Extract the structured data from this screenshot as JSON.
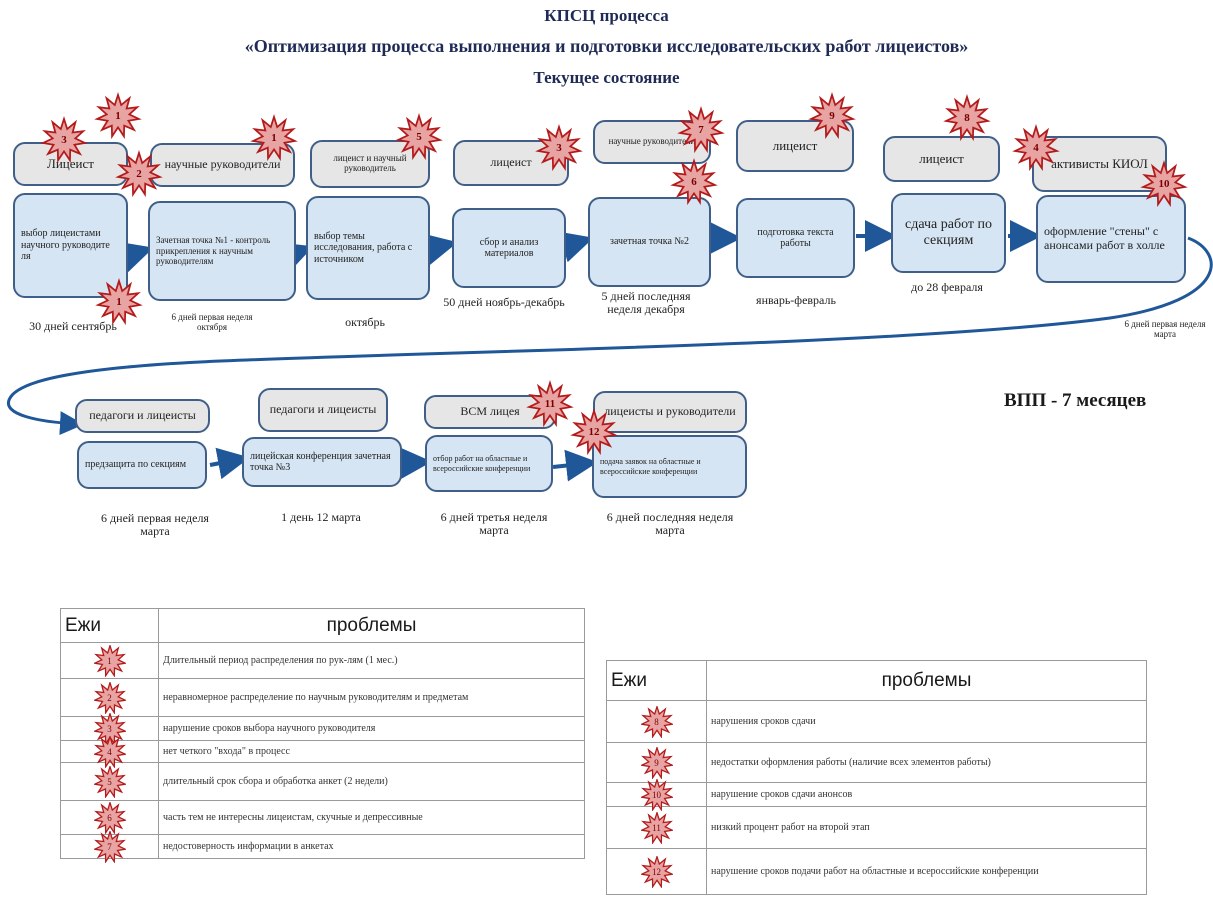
{
  "title": {
    "line1": "КПСЦ процесса",
    "line2": "«Оптимизация процесса выполнения и подготовки исследовательских работ лицеистов»",
    "line3": "Текущее состояние"
  },
  "roles": [
    "Лицеист",
    "научные руководители",
    "лицеист и научный руководитель",
    "лицеист",
    "научные руководители",
    "лицеист",
    "лицеист",
    "активисты КИОЛ",
    "педагоги и лицеисты",
    "педагоги и лицеисты",
    "ВСМ лицея",
    "лицеисты и руководители"
  ],
  "steps": [
    "выбор лицеистами научного руководите ля",
    "Зачетная точка №1 - контроль прикрепления к научным руководителям",
    "выбор темы исследования, работа с источником",
    "сбор и анализ материалов",
    "зачетная точка №2",
    "подготовка текста работы",
    "сдача работ по секциям",
    "оформление \"стены\" с анонсами работ в холле",
    "предзащита по секциям",
    "лицейская конференция зачетная точка №3",
    "отбор работ на областные и всероссийские конференции",
    "подача заявок на областные и всероссийские конференции"
  ],
  "durations": [
    "30 дней сентябрь",
    "6 дней первая неделя октября",
    "октябрь",
    "50 дней ноябрь-декабрь",
    "5 дней последняя неделя декабря",
    "январь-февраль",
    "до 28 февраля",
    "6 дней первая неделя марта",
    "6 дней первая неделя марта",
    "1 день 12 марта",
    "6 дней третья неделя марта",
    "6 дней последняя неделя марта"
  ],
  "bursts": [
    "1",
    "1",
    "2",
    "3",
    "1",
    "3",
    "4",
    "5",
    "6",
    "7",
    "8",
    "9",
    "10",
    "11",
    "12",
    "4"
  ],
  "summary": "ВПП - 7 месяцев",
  "table_left": {
    "header_col1": "Ежи",
    "header_col2": "проблемы",
    "rows": [
      {
        "num": "1",
        "text": "Длительный период распределения по рук-лям (1 мес.)"
      },
      {
        "num": "2",
        "text": "неравномерное распределение по научным руководителям и предметам"
      },
      {
        "num": "3",
        "text": "нарушение сроков выбора научного руководителя"
      },
      {
        "num": "4",
        "text": "нет четкого \"входа\" в процесс"
      },
      {
        "num": "5",
        "text": "длительный срок сбора и обработка анкет (2 недели)"
      },
      {
        "num": "6",
        "text": "часть тем не интересны лицеистам, скучные и депрессивные"
      },
      {
        "num": "7",
        "text": "недостоверность информации в анкетах"
      }
    ]
  },
  "table_right": {
    "header_col1": "Ежи",
    "header_col2": "проблемы",
    "rows": [
      {
        "num": "8",
        "text": "нарушения сроков сдачи"
      },
      {
        "num": "9",
        "text": "недостатки оформления работы (наличие всех элементов работы)"
      },
      {
        "num": "10",
        "text": "нарушение сроков сдачи анонсов"
      },
      {
        "num": "11",
        "text": "низкий процент работ на второй этап"
      },
      {
        "num": "12",
        "text": "нарушение сроков подачи работ на областные и всероссийские конференции"
      }
    ]
  },
  "colors": {
    "burst_fill": "#e8a3a3",
    "burst_stroke": "#b31b1b",
    "step_fill": "#d6e5f3",
    "role_fill": "#e6e6e6",
    "border": "#3f5f88",
    "arrow": "#1f5799"
  }
}
